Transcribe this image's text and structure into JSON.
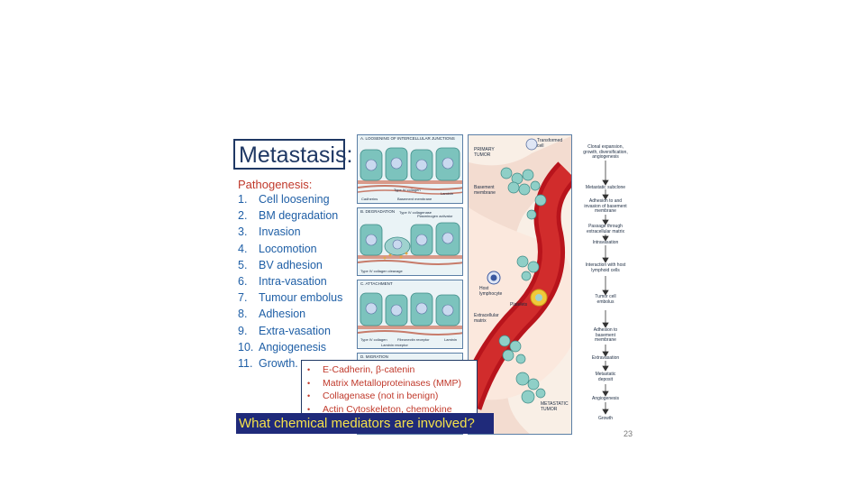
{
  "title": "Metastasis:",
  "pathogenesis": {
    "heading": "Pathogenesis:",
    "steps": [
      {
        "num": "1.",
        "text": "Cell loosening"
      },
      {
        "num": "2.",
        "text": "BM degradation"
      },
      {
        "num": "3.",
        "text": "Invasion"
      },
      {
        "num": "4.",
        "text": "Locomotion"
      },
      {
        "num": "5.",
        "text": "BV adhesion"
      },
      {
        "num": "6.",
        "text": "Intra-vasation"
      },
      {
        "num": "7.",
        "text": "Tumour embolus"
      },
      {
        "num": "8.",
        "text": "Adhesion"
      },
      {
        "num": "9.",
        "text": "Extra-vasation"
      },
      {
        "num": "10.",
        "text": "Angiogenesis"
      },
      {
        "num": "11.",
        "text": "Growth."
      }
    ]
  },
  "panels": {
    "a": {
      "caption": "A. LOOSENING OF INTERCELLULAR JUNCTIONS",
      "labels": [
        "Type IV collagen",
        "Cadherins",
        "Basement membrane",
        "Laminin"
      ]
    },
    "b": {
      "caption": "B. DEGRADATION",
      "labels": [
        "Type IV collagenase",
        "Plasminogen activator",
        "Type IV collagen cleavage"
      ]
    },
    "c": {
      "caption": "C. ATTACHMENT",
      "labels": [
        "Type IV collagen",
        "Fibronectin receptor",
        "Laminin",
        "Laminin receptor"
      ]
    },
    "d": {
      "caption": "D. MIGRATION"
    }
  },
  "diagram": {
    "labels": {
      "primary_tumor": "PRIMARY\nTUMOR",
      "basement_membrane": "Basement\nmembrane",
      "transformed_cell": "Transformed\ncell",
      "host_lymphocyte": "Host\nlymphocyte",
      "platelets": "Platelets",
      "extracellular_matrix": "Extracellular\nmatrix",
      "metastatic_tumor": "METASTATIC\nTUMOR"
    }
  },
  "flow": [
    "Clonal expansion,\ngrowth, diversification,\nangiogenesis",
    "Metastatic subclone",
    "Adhesion to and\ninvasion of basement\nmembrane",
    "Passage through\nextracellular matrix",
    "Intravasation",
    "Interaction with host\nlymphoid cells",
    "Tumor cell\nembolus",
    "Adhesion to\nbasement\nmembrane",
    "Extravasation",
    "Metastatic\ndeposit",
    "Angiogenesis",
    "Growth"
  ],
  "mediators": [
    "E-Cadherin, β-catenin",
    "Matrix Metalloproteinases (MMP)",
    "Collagenase (not in benign)",
    "Actin Cytoskeleton, chemokine"
  ],
  "question": "What chemical mediators are involved?",
  "slide_number": "23",
  "colors": {
    "title": "#1f3864",
    "subhead": "#c0392b",
    "steps": "#1f5fa6",
    "question_bg": "#1f2a7a",
    "question_text": "#f5e24a"
  }
}
